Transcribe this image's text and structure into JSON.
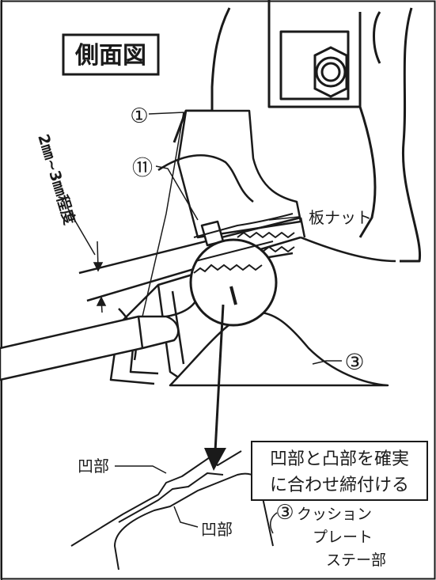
{
  "diagram": {
    "view_title": "側面図",
    "callouts": {
      "part_1": "①",
      "part_11": "⑪",
      "part_3": "③",
      "part_3_detail": "③"
    },
    "labels": {
      "plate_nut": "板ナット",
      "gap_dimension": "2㎜~3㎜程度",
      "recess_top": "凹部",
      "recess_bottom": "凹部",
      "cushion_line1": "クッション",
      "cushion_line2": "プレート",
      "cushion_line3": "ステー部"
    },
    "note": {
      "line1": "凹部と凸部を確実",
      "line2": "に合わせ締付ける"
    }
  },
  "colors": {
    "ink": "#1a1a1a",
    "paper": "#ffffff",
    "fill_light": "#ffffff"
  }
}
